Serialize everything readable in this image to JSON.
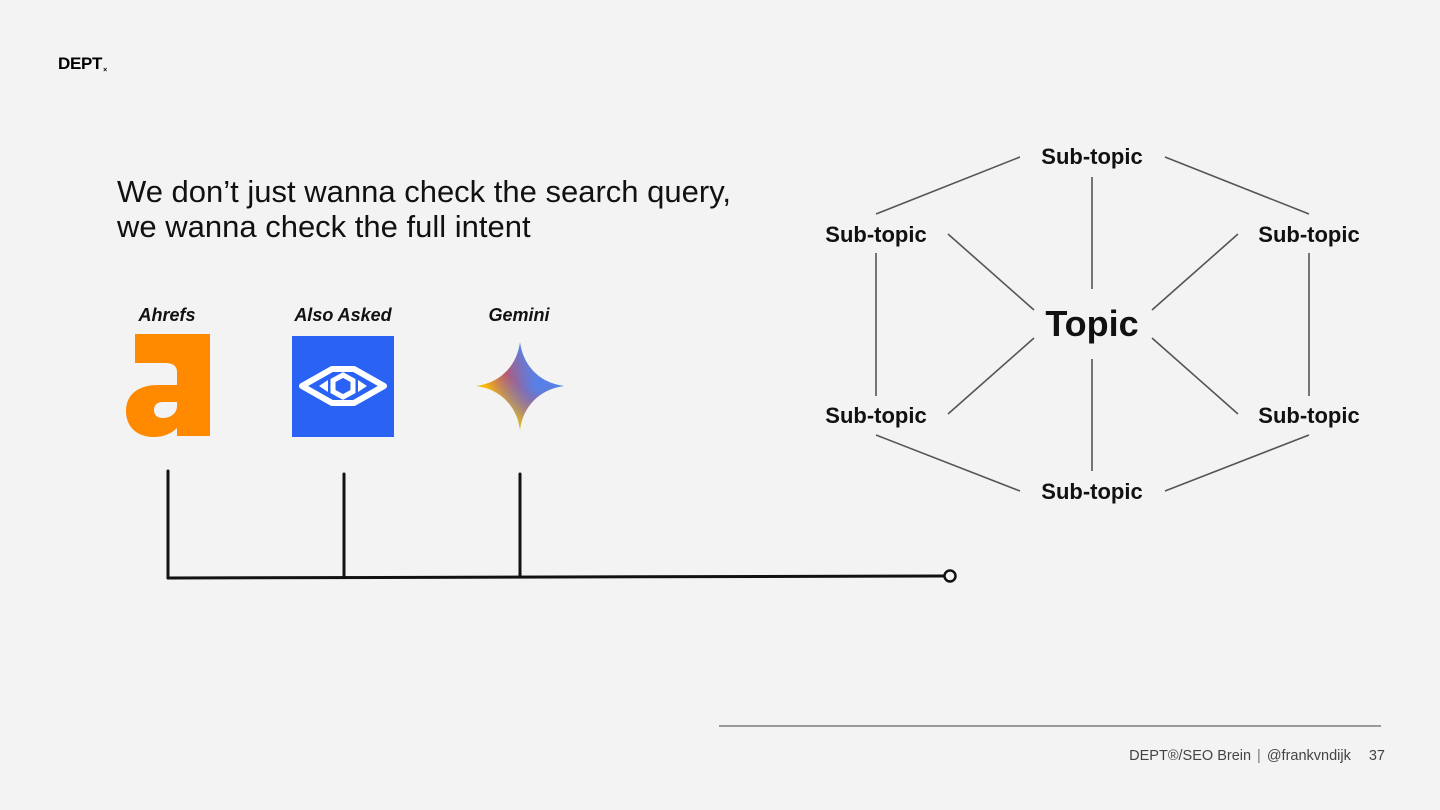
{
  "brand": {
    "logo_text": "DEPT",
    "logo_mark": "×"
  },
  "headline": "We don’t just wanna check the search query, we wanna check the full intent",
  "tools": [
    {
      "label": "Ahrefs",
      "icon": "ahrefs-logo-icon",
      "color": "#ff8a00"
    },
    {
      "label": "Also Asked",
      "icon": "also-asked-logo-icon",
      "color": "#2a63f4"
    },
    {
      "label": "Gemini",
      "icon": "gemini-star-icon",
      "color": "#4a86f7"
    }
  ],
  "topic_map": {
    "center": "Topic",
    "subtopics": [
      "Sub-topic",
      "Sub-topic",
      "Sub-topic",
      "Sub-topic",
      "Sub-topic",
      "Sub-topic"
    ]
  },
  "footer": {
    "source": "DEPT®/SEO Brein",
    "separator": "|",
    "handle": "@frankvndijk",
    "page_number": "37"
  }
}
